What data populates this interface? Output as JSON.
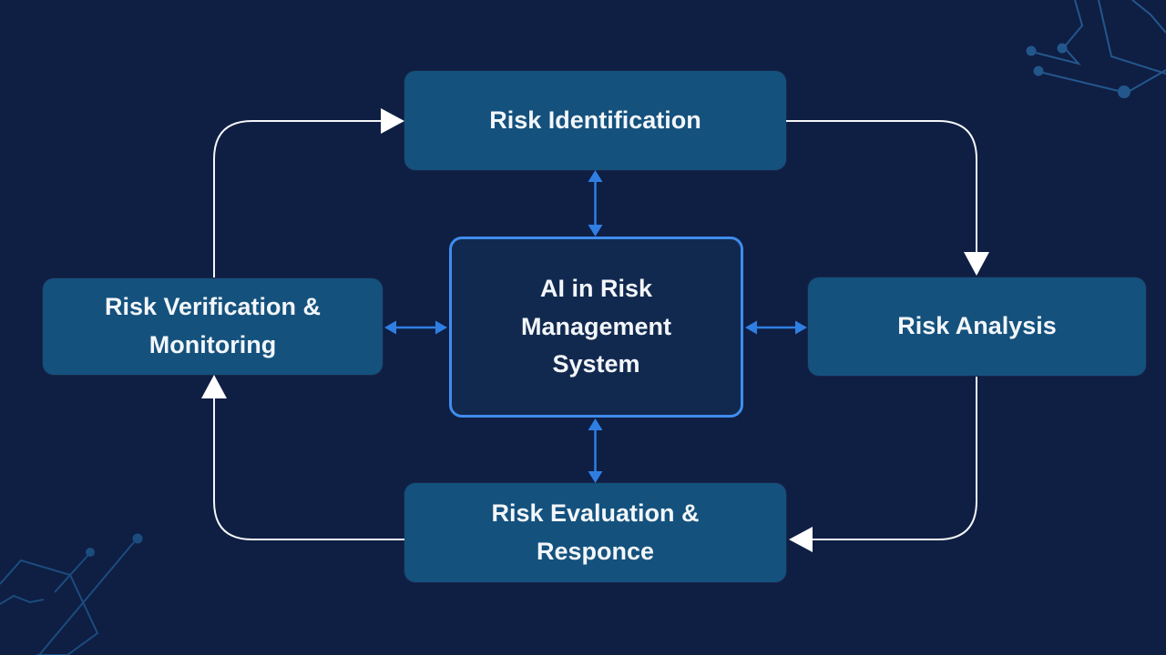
{
  "diagram": {
    "type": "cycle-flowchart",
    "center": {
      "label": "AI in Risk Management System",
      "lines": [
        "AI in Risk",
        "Management",
        "System"
      ]
    },
    "nodes": [
      {
        "id": "risk-identification",
        "label": "Risk Identification",
        "lines": [
          "Risk Identification"
        ]
      },
      {
        "id": "risk-analysis",
        "label": "Risk Analysis",
        "lines": [
          "Risk Analysis"
        ]
      },
      {
        "id": "risk-evaluation-responce",
        "label": "Risk Evaluation & Responce",
        "lines": [
          "Risk Evaluation &",
          "Responce"
        ]
      },
      {
        "id": "risk-verification-monitoring",
        "label": "Risk Verification & Monitoring",
        "lines": [
          "Risk Verification &",
          "Monitoring"
        ]
      }
    ],
    "outer_cycle_arrows": [
      "Risk Verification & Monitoring -> Risk Identification",
      "Risk Identification -> Risk Analysis",
      "Risk Analysis -> Risk Evaluation & Responce",
      "Risk Evaluation & Responce -> Risk Verification & Monitoring"
    ],
    "center_links": "bidirectional arrows between center box and each of the four nodes"
  },
  "colors": {
    "background": "#0f1e43",
    "node_fill": "#14517d",
    "center_fill": "#12294f",
    "center_border": "#3f8ded",
    "blue_arrow": "#2f7fe3",
    "white_connector": "#f5f6f8",
    "circuit_decoration": "#2a6aa5",
    "text": "#f3f6fa"
  }
}
